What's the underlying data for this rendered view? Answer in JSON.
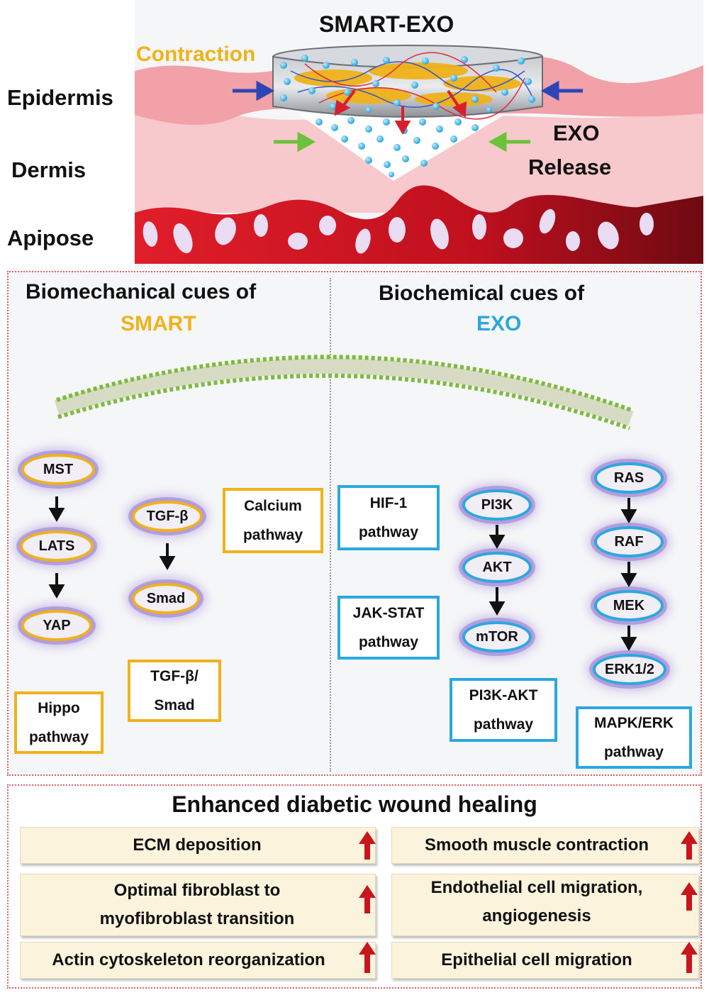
{
  "top": {
    "device_label": "SMART-EXO",
    "contraction_label": "Contraction",
    "release_label_line1": "EXO",
    "release_label_line2": "Release",
    "layers": {
      "epidermis": "Epidermis",
      "dermis": "Dermis",
      "adipose": "Apipose"
    }
  },
  "middle": {
    "left_heading": "Biomechanical cues of",
    "left_highlight": "SMART",
    "right_heading": "Biochemical cues of",
    "right_highlight": "EXO",
    "colors": {
      "smart": "#f0b21a",
      "exo": "#2aa8df",
      "glow": "#9a7fd0"
    },
    "nodes": {
      "mst": "MST",
      "lats": "LATS",
      "yap": "YAP",
      "tgfb": "TGF-β",
      "smad": "Smad",
      "pi3k": "PI3K",
      "akt": "AKT",
      "mtor": "mTOR",
      "ras": "RAS",
      "raf": "RAF",
      "mek": "MEK",
      "erk": "ERK1/2"
    },
    "pathways": {
      "calcium": "Calcium\npathway",
      "tgfb_smad": "TGF-β/\nSmad",
      "hippo": "Hippo\npathway",
      "hif1": "HIF-1\npathway",
      "jakstat": "JAK-STAT\npathway",
      "pi3kakt": "PI3K-AKT\npathway",
      "mapkerk": "MAPK/ERK\npathway"
    }
  },
  "bottom": {
    "title": "Enhanced diabetic wound healing",
    "outcomes": {
      "ecm": "ECM deposition",
      "fibroblast": "Optimal fibroblast to\nmyofibroblast transition",
      "actin": "Actin cytoskeleton reorganization",
      "smooth_muscle": "Smooth muscle contraction",
      "endothelial": "Endothelial cell migration,\nangiogenesis",
      "epithelial": "Epithelial cell migration"
    }
  }
}
